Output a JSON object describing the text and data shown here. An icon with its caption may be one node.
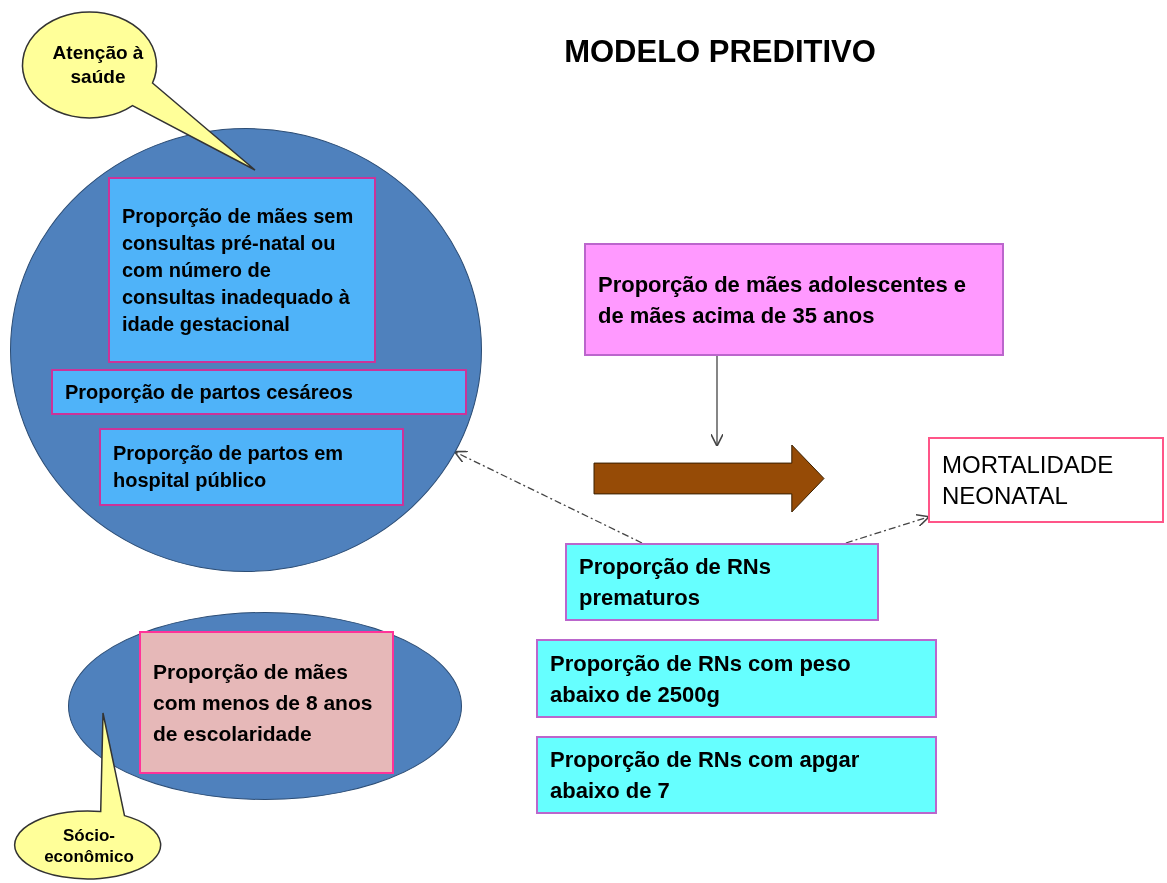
{
  "diagram": {
    "title": "MODELO PREDITIVO",
    "nodes": [
      {
        "text": [
          "Atenção à saúde"
        ]
      },
      {
        "text": [],
        "shape": "circle"
      },
      {
        "text": [
          "Proporção de mães sem consultas pré-natal ou com número de consultas inadequado à idade gestacional"
        ],
        "in": 1
      },
      {
        "text": [
          "Proporção de partos cesáreos"
        ],
        "in": 1
      },
      {
        "text": [
          "Proporção de partos em hospital público"
        ],
        "in": 1
      },
      {
        "text": [
          "Proporção de mães adolescentes e de mães acima de 35 anos"
        ]
      },
      {
        "text": [],
        "shape": "arrow"
      },
      {
        "text": [
          "MORTALIDADE NEONATAL"
        ]
      },
      {
        "text": [
          "Proporção de RNs prematuros"
        ]
      },
      {
        "text": [],
        "shape": "circle"
      },
      {
        "text": [
          "Proporção de mães com menos de 8 anos de escolaridade"
        ],
        "in": 9
      },
      {
        "text": [
          "Proporção de RNs com peso abaixo de 2500g"
        ]
      },
      {
        "text": [
          "Proporção de RNs com apgar abaixo de 7"
        ]
      },
      {
        "text": [
          "Sócio- econômico"
        ]
      }
    ],
    "edges": [
      {
        "from": 5,
        "to": 6,
        "arrow": "to"
      },
      {
        "from": 8,
        "to": 1,
        "arrow": "to",
        "style": "dashed"
      },
      {
        "from": 8,
        "to": 7,
        "arrow": "to",
        "style": "dashed"
      }
    ]
  }
}
